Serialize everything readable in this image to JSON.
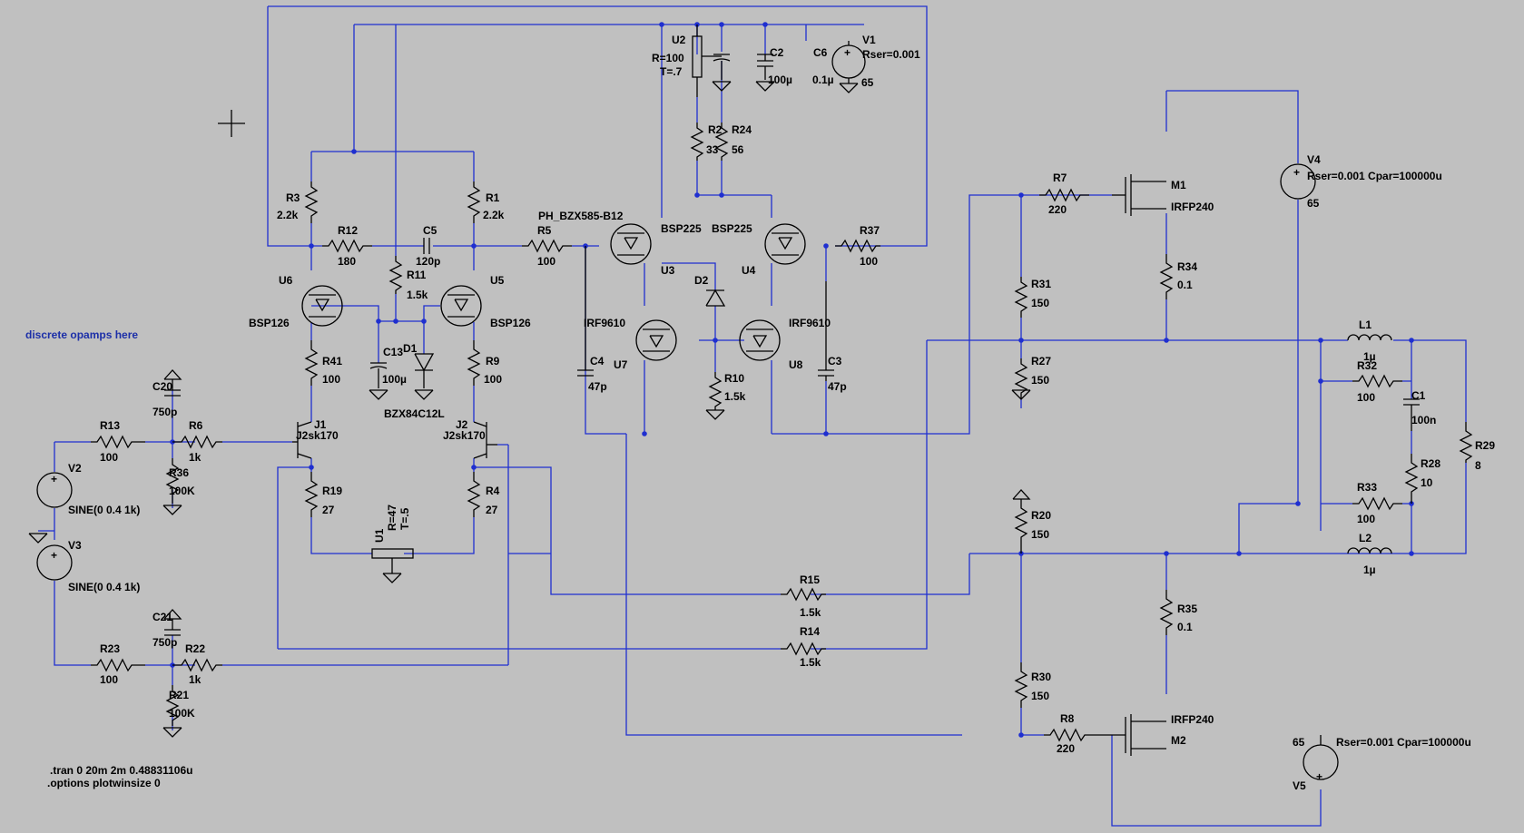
{
  "note": "discrete opamps here",
  "directives": [
    ".tran 0 20m 2m 0.48831106u",
    ".options plotwinsize 0"
  ],
  "resistors": [
    {
      "ref": "R3",
      "value": "2.2k"
    },
    {
      "ref": "R1",
      "value": "2.2k"
    },
    {
      "ref": "R12",
      "value": "180"
    },
    {
      "ref": "R11",
      "value": "1.5k"
    },
    {
      "ref": "R5",
      "value": "100"
    },
    {
      "ref": "R37",
      "value": "100"
    },
    {
      "ref": "R2",
      "value": "33"
    },
    {
      "ref": "R24",
      "value": "56"
    },
    {
      "ref": "R41",
      "value": "100"
    },
    {
      "ref": "R9",
      "value": "100"
    },
    {
      "ref": "R10",
      "value": "1.5k"
    },
    {
      "ref": "R19",
      "value": "27"
    },
    {
      "ref": "R4",
      "value": "27"
    },
    {
      "ref": "R13",
      "value": "100"
    },
    {
      "ref": "R6",
      "value": "1k"
    },
    {
      "ref": "R36",
      "value": "100K"
    },
    {
      "ref": "R23",
      "value": "100"
    },
    {
      "ref": "R22",
      "value": "1k"
    },
    {
      "ref": "R21",
      "value": "100K"
    },
    {
      "ref": "R15",
      "value": "1.5k"
    },
    {
      "ref": "R14",
      "value": "1.5k"
    },
    {
      "ref": "R7",
      "value": "220"
    },
    {
      "ref": "R31",
      "value": "150"
    },
    {
      "ref": "R27",
      "value": "150"
    },
    {
      "ref": "R34",
      "value": "0.1"
    },
    {
      "ref": "R20",
      "value": "150"
    },
    {
      "ref": "R30",
      "value": "150"
    },
    {
      "ref": "R8",
      "value": "220"
    },
    {
      "ref": "R35",
      "value": "0.1"
    },
    {
      "ref": "R32",
      "value": "100"
    },
    {
      "ref": "R33",
      "value": "100"
    },
    {
      "ref": "R28",
      "value": "10"
    },
    {
      "ref": "R29",
      "value": "8"
    }
  ],
  "capacitors": [
    {
      "ref": "C2",
      "value": "100µ"
    },
    {
      "ref": "C6",
      "value": "0.1µ"
    },
    {
      "ref": "C5",
      "value": "120p"
    },
    {
      "ref": "C13",
      "value": "100µ"
    },
    {
      "ref": "C4",
      "value": "47p"
    },
    {
      "ref": "C3",
      "value": "47p"
    },
    {
      "ref": "C20",
      "value": "750p"
    },
    {
      "ref": "C21",
      "value": "750p"
    },
    {
      "ref": "C1",
      "value": "100n"
    }
  ],
  "inductors": [
    {
      "ref": "L1",
      "value": "1µ"
    },
    {
      "ref": "L2",
      "value": "1µ"
    }
  ],
  "transistors": [
    {
      "ref": "U6",
      "model": "BSP126"
    },
    {
      "ref": "U5",
      "model": "BSP126"
    },
    {
      "ref": "U3",
      "model": "BSP225"
    },
    {
      "ref": "U4",
      "model": "BSP225"
    },
    {
      "ref": "U7",
      "model": "IRF9610"
    },
    {
      "ref": "U8",
      "model": "IRF9610"
    },
    {
      "ref": "J1",
      "model": "J2sk170"
    },
    {
      "ref": "J2",
      "model": "J2sk170"
    },
    {
      "ref": "M1",
      "model": "IRFP240"
    },
    {
      "ref": "M2",
      "model": "IRFP240"
    }
  ],
  "diodes": [
    {
      "ref": "D1",
      "model": "BZX84C12L"
    },
    {
      "ref": "D2",
      "model": "PH_BZX585-B12"
    }
  ],
  "pots": [
    {
      "ref": "U2",
      "r": "R=100",
      "t": "T=.7"
    },
    {
      "ref": "U1",
      "r": "R=47",
      "t": "T=.5"
    }
  ],
  "sources": [
    {
      "ref": "V1",
      "value": "65",
      "param": "Rser=0.001"
    },
    {
      "ref": "V2",
      "value": "SINE(0 0.4 1k)"
    },
    {
      "ref": "V3",
      "value": "SINE(0 0.4 1k)"
    },
    {
      "ref": "V4",
      "value": "65",
      "param": "Rser=0.001 Cpar=100000u"
    },
    {
      "ref": "V5",
      "value": "65",
      "param": "Rser=0.001 Cpar=100000u"
    }
  ]
}
